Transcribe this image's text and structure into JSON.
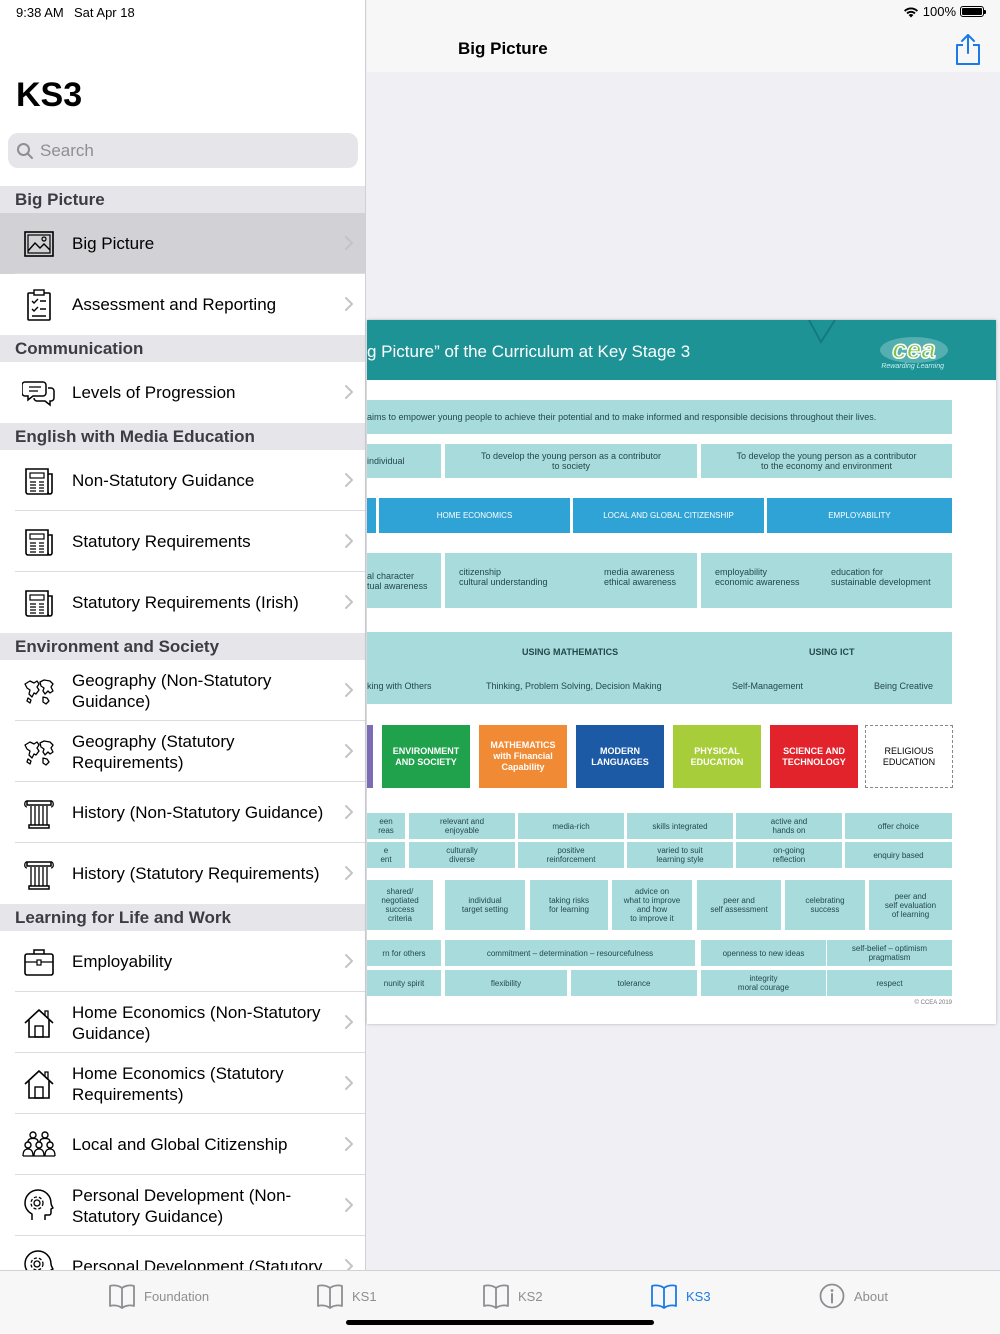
{
  "status": {
    "time": "9:38 AM",
    "date": "Sat Apr 18",
    "battery": "100%"
  },
  "sidebar": {
    "title": "KS3",
    "search_placeholder": "Search",
    "sections": [
      {
        "header": "Big Picture",
        "items": [
          {
            "label": "Big Picture",
            "icon": "image-icon",
            "selected": true
          },
          {
            "label": "Assessment and Reporting",
            "icon": "clipboard-check-icon"
          }
        ]
      },
      {
        "header": "Communication",
        "items": [
          {
            "label": "Levels of Progression",
            "icon": "speech-bubbles-icon"
          }
        ]
      },
      {
        "header": "English with Media Education",
        "items": [
          {
            "label": "Non-Statutory Guidance",
            "icon": "newspaper-icon"
          },
          {
            "label": "Statutory Requirements",
            "icon": "newspaper-icon"
          },
          {
            "label": "Statutory Requirements (Irish)",
            "icon": "newspaper-icon"
          }
        ]
      },
      {
        "header": "Environment and Society",
        "items": [
          {
            "label": "Geography (Non-Statutory Guidance)",
            "icon": "world-map-icon"
          },
          {
            "label": "Geography (Statutory Requirements)",
            "icon": "world-map-icon"
          },
          {
            "label": "History (Non-Statutory Guidance)",
            "icon": "column-icon"
          },
          {
            "label": "History (Statutory Requirements)",
            "icon": "column-icon"
          }
        ]
      },
      {
        "header": "Learning for Life and Work",
        "items": [
          {
            "label": "Employability",
            "icon": "briefcase-icon"
          },
          {
            "label": "Home Economics (Non-Statutory Guidance)",
            "icon": "house-icon"
          },
          {
            "label": "Home Economics (Statutory Requirements)",
            "icon": "house-icon"
          },
          {
            "label": "Local and Global Citizenship",
            "icon": "people-group-icon"
          },
          {
            "label": "Personal Development (Non-Statutory Guidance)",
            "icon": "head-gear-icon"
          },
          {
            "label": "Personal Development (Statutory",
            "icon": "head-gear-icon"
          }
        ]
      }
    ]
  },
  "main": {
    "title": "Big Picture",
    "poster": {
      "title": "g Picture” of the Curriculum at Key Stage 3",
      "logo_text": "cea",
      "logo_tagline": "Rewarding Learning",
      "aim": "aims to empower young people to achieve their potential and to make informed and responsible decisions throughout their lives.",
      "objectives": [
        "individual",
        "To develop the young person as a contributor\nto society",
        "To develop the young person as a contributor\nto the economy and environment"
      ],
      "strands": [
        "HOME ECONOMICS",
        "LOCAL AND GLOBAL CITIZENSHIP",
        "EMPLOYABILITY"
      ],
      "key_elements": [
        "al character\ntual awareness",
        "citizenship\ncultural understanding",
        "media awareness\nethical awareness",
        "employability\neconomic awareness",
        "education for\nsustainable development"
      ],
      "skills_top": [
        "USING MATHEMATICS",
        "USING ICT"
      ],
      "skills_bottom": [
        "king with Others",
        "Thinking, Problem Solving, Decision Making",
        "Self-Management",
        "Being Creative"
      ],
      "subjects": [
        {
          "name": "ENVIRONMENT\nAND SOCIETY",
          "color": "#1fa24b"
        },
        {
          "name": "MATHEMATICS\nwith Financial\nCapability",
          "color": "#f08a34"
        },
        {
          "name": "MODERN\nLANGUAGES",
          "color": "#1d5aa6"
        },
        {
          "name": "PHYSICAL\nEDUCATION",
          "color": "#a8cd3a"
        },
        {
          "name": "SCIENCE AND\nTECHNOLOGY",
          "color": "#e2232b"
        },
        {
          "name": "RELIGIOUS\nEDUCATION",
          "color": "#ffffff"
        }
      ],
      "row1": [
        "een\nreas",
        "relevant and\nenjoyable",
        "media-rich",
        "skills integrated",
        "active and\nhands on",
        "offer choice"
      ],
      "row2": [
        "e\nent",
        "culturally\ndiverse",
        "positive\nreinforcement",
        "varied to suit\nlearning style",
        "on-going\nreflection",
        "enquiry based"
      ],
      "assessment": [
        "shared/\nnegotiated\nsuccess\ncriteria",
        "individual\ntarget setting",
        "taking risks\nfor learning",
        "advice on\nwhat to improve\nand how\nto improve it",
        "peer and\nself assessment",
        "celebrating\nsuccess",
        "peer and\nself evaluation\nof learning"
      ],
      "attitudes1": [
        "rn for others",
        "commitment – determination – resourcefulness",
        "openness to new ideas",
        "self-belief – optimism\npragmatism"
      ],
      "attitudes2": [
        "nunity spirit",
        "flexibility",
        "tolerance",
        "integrity\nmoral courage",
        "respect"
      ],
      "copyright": "© CCEA 2019"
    }
  },
  "tabbar": {
    "tabs": [
      {
        "label": "Foundation"
      },
      {
        "label": "KS1"
      },
      {
        "label": "KS2"
      },
      {
        "label": "KS3",
        "active": true
      },
      {
        "label": "About"
      }
    ]
  },
  "colors": {
    "accent": "#1a7be6",
    "teal": "#1d9396",
    "box": "#a8dcdc",
    "strand": "#2fa3d5"
  }
}
